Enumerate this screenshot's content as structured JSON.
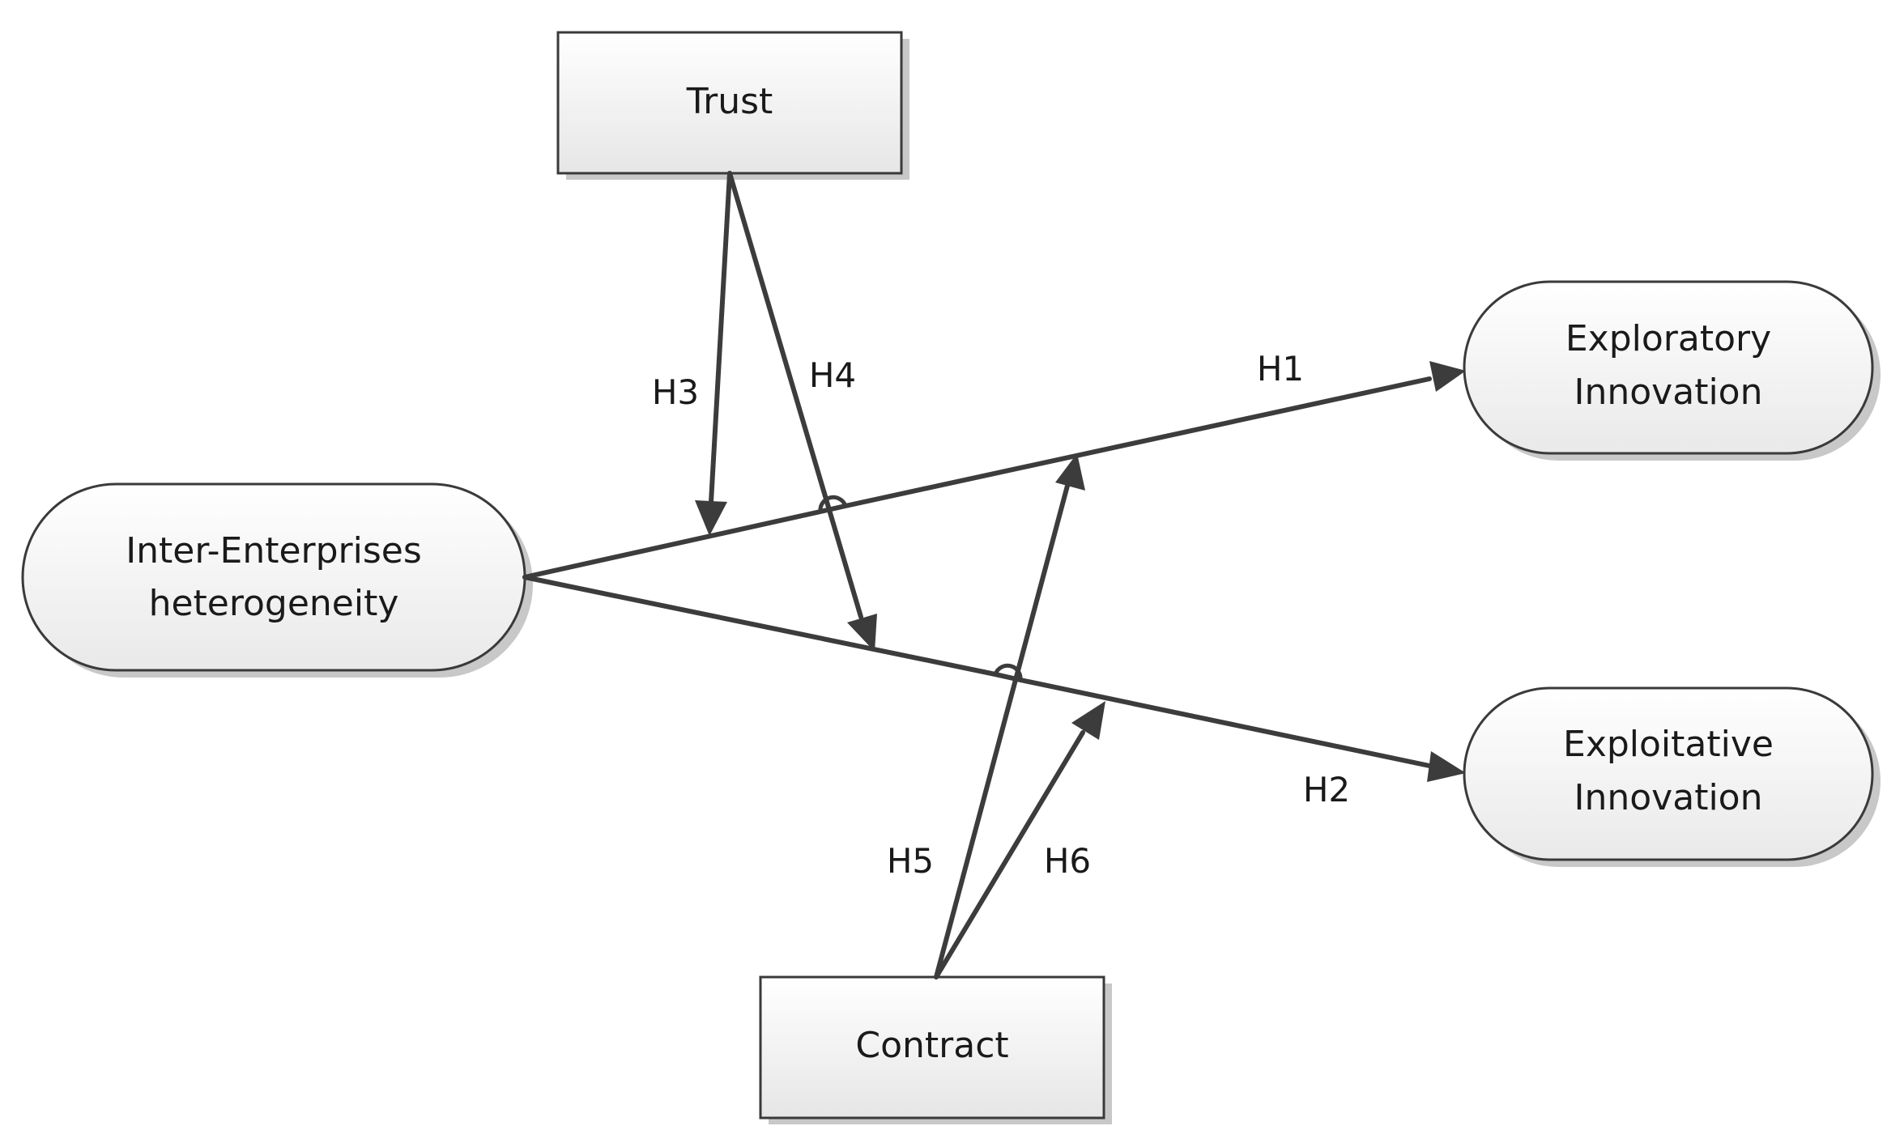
{
  "nodes": {
    "trust": "Trust",
    "contract": "Contract",
    "heterogeneity": [
      "Inter-Enterprises",
      "heterogeneity"
    ],
    "exploratory": [
      "Exploratory",
      "Innovation"
    ],
    "exploitative": [
      "Exploitative",
      "Innovation"
    ]
  },
  "hypotheses": {
    "h1": "H1",
    "h2": "H2",
    "h3": "H3",
    "h4": "H4",
    "h5": "H5",
    "h6": "H6"
  },
  "colors": {
    "line": "#3c3c3c",
    "box_fill_top": "#ffffff",
    "box_fill_bottom": "#e6e6e6"
  }
}
